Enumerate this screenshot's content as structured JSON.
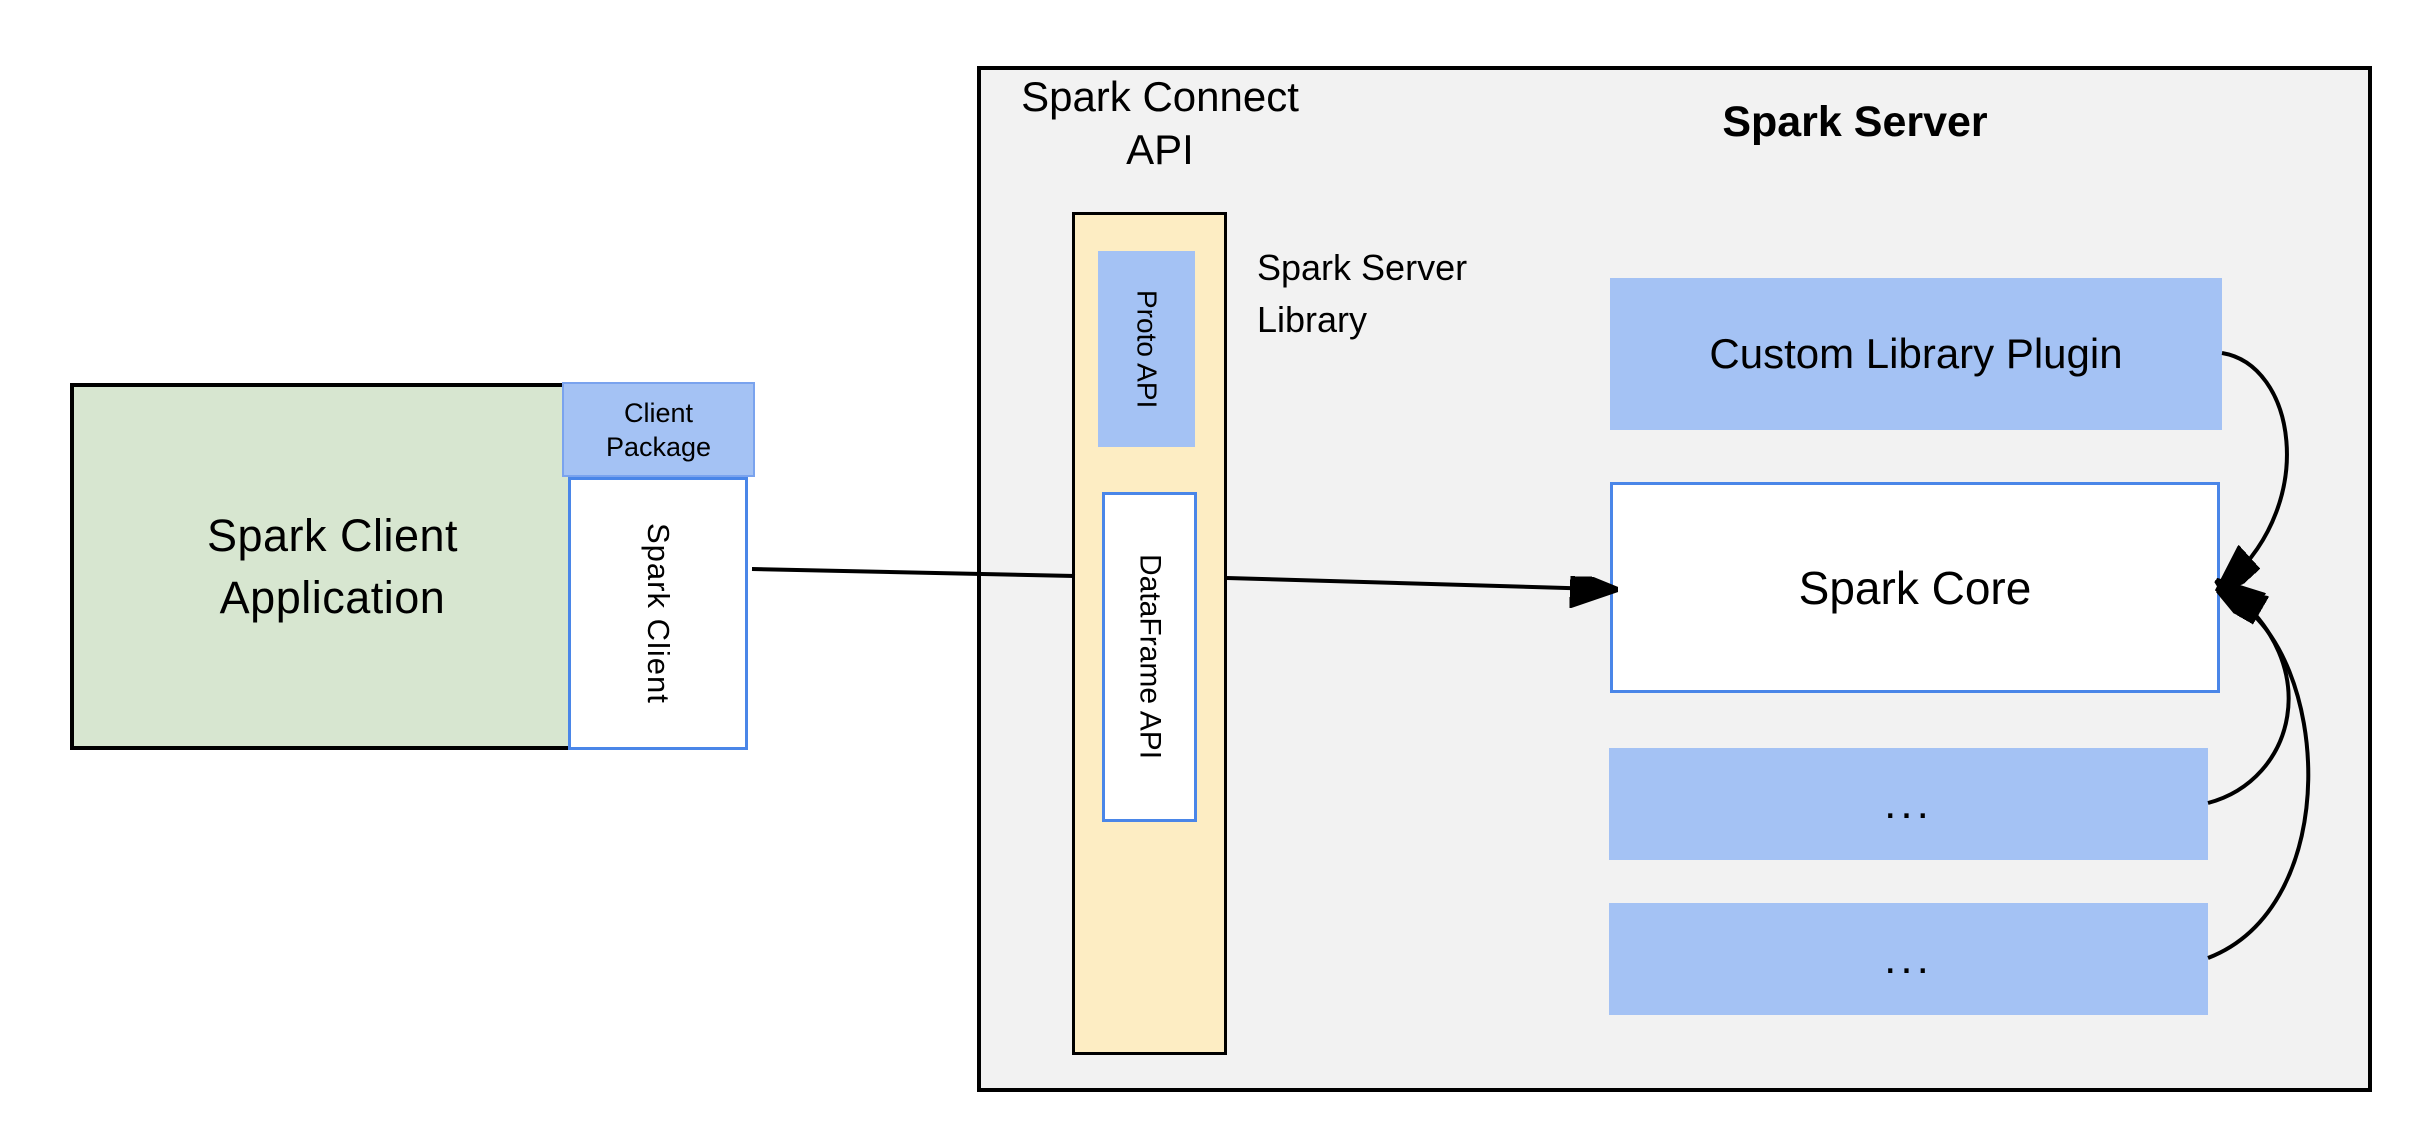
{
  "diagram": {
    "client": {
      "app_label_lines": [
        "Spark Client",
        "Application"
      ],
      "package_label_lines": [
        "Client",
        "Package"
      ],
      "spark_client_label": "Spark Client"
    },
    "connect": {
      "title_lines": [
        "Spark Connect",
        "API"
      ],
      "proto_api_label": "Proto API",
      "dataframe_api_label": "DataFrame API",
      "server_library_lines": [
        "Spark Server",
        "Library"
      ]
    },
    "server": {
      "title": "Spark Server",
      "plugin_label": "Custom Library Plugin",
      "core_label": "Spark Core",
      "slot1_label": "...",
      "slot2_label": "..."
    },
    "colors": {
      "client_app_fill": "#d7e6d0",
      "blue_fill": "#a4c2f4",
      "yellow_fill": "#fdedc3",
      "gray_fill": "#f2f2f2",
      "blue_border": "#4a86e8",
      "line_color": "#000000"
    }
  }
}
